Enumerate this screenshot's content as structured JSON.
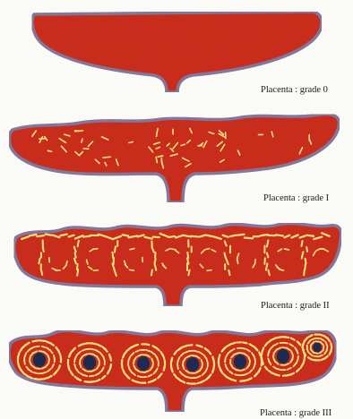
{
  "colors": {
    "tissue": "#c92a1a",
    "tissue_dark": "#b02012",
    "outline": "#6f7fa8",
    "calcification": "#f3e27a",
    "center": "#1d2b52",
    "background": "#fafaf7"
  },
  "panels": [
    {
      "caption": "Placenta : grade 0"
    },
    {
      "caption": "Placenta : grade I"
    },
    {
      "caption": "Placenta : grade II"
    },
    {
      "caption": "Placenta : grade III"
    }
  ]
}
